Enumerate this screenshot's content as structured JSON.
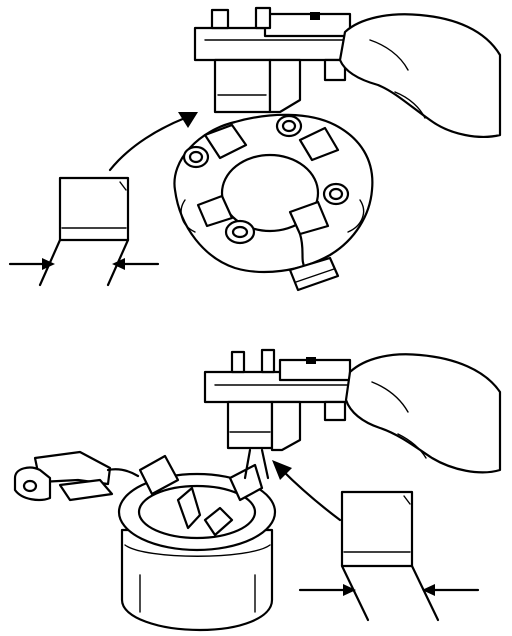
{
  "figure": {
    "panels": [
      {
        "id": "top",
        "subject": "brush-holder-plate"
      },
      {
        "id": "bottom",
        "subject": "brush-holder-in-yoke"
      }
    ],
    "icons": [
      "caliper-icon",
      "hand-icon",
      "brush-icon",
      "pointer-arrow-icon",
      "dimension-arrow-icon"
    ],
    "ink_color": "#000000",
    "background_color": "#ffffff"
  }
}
